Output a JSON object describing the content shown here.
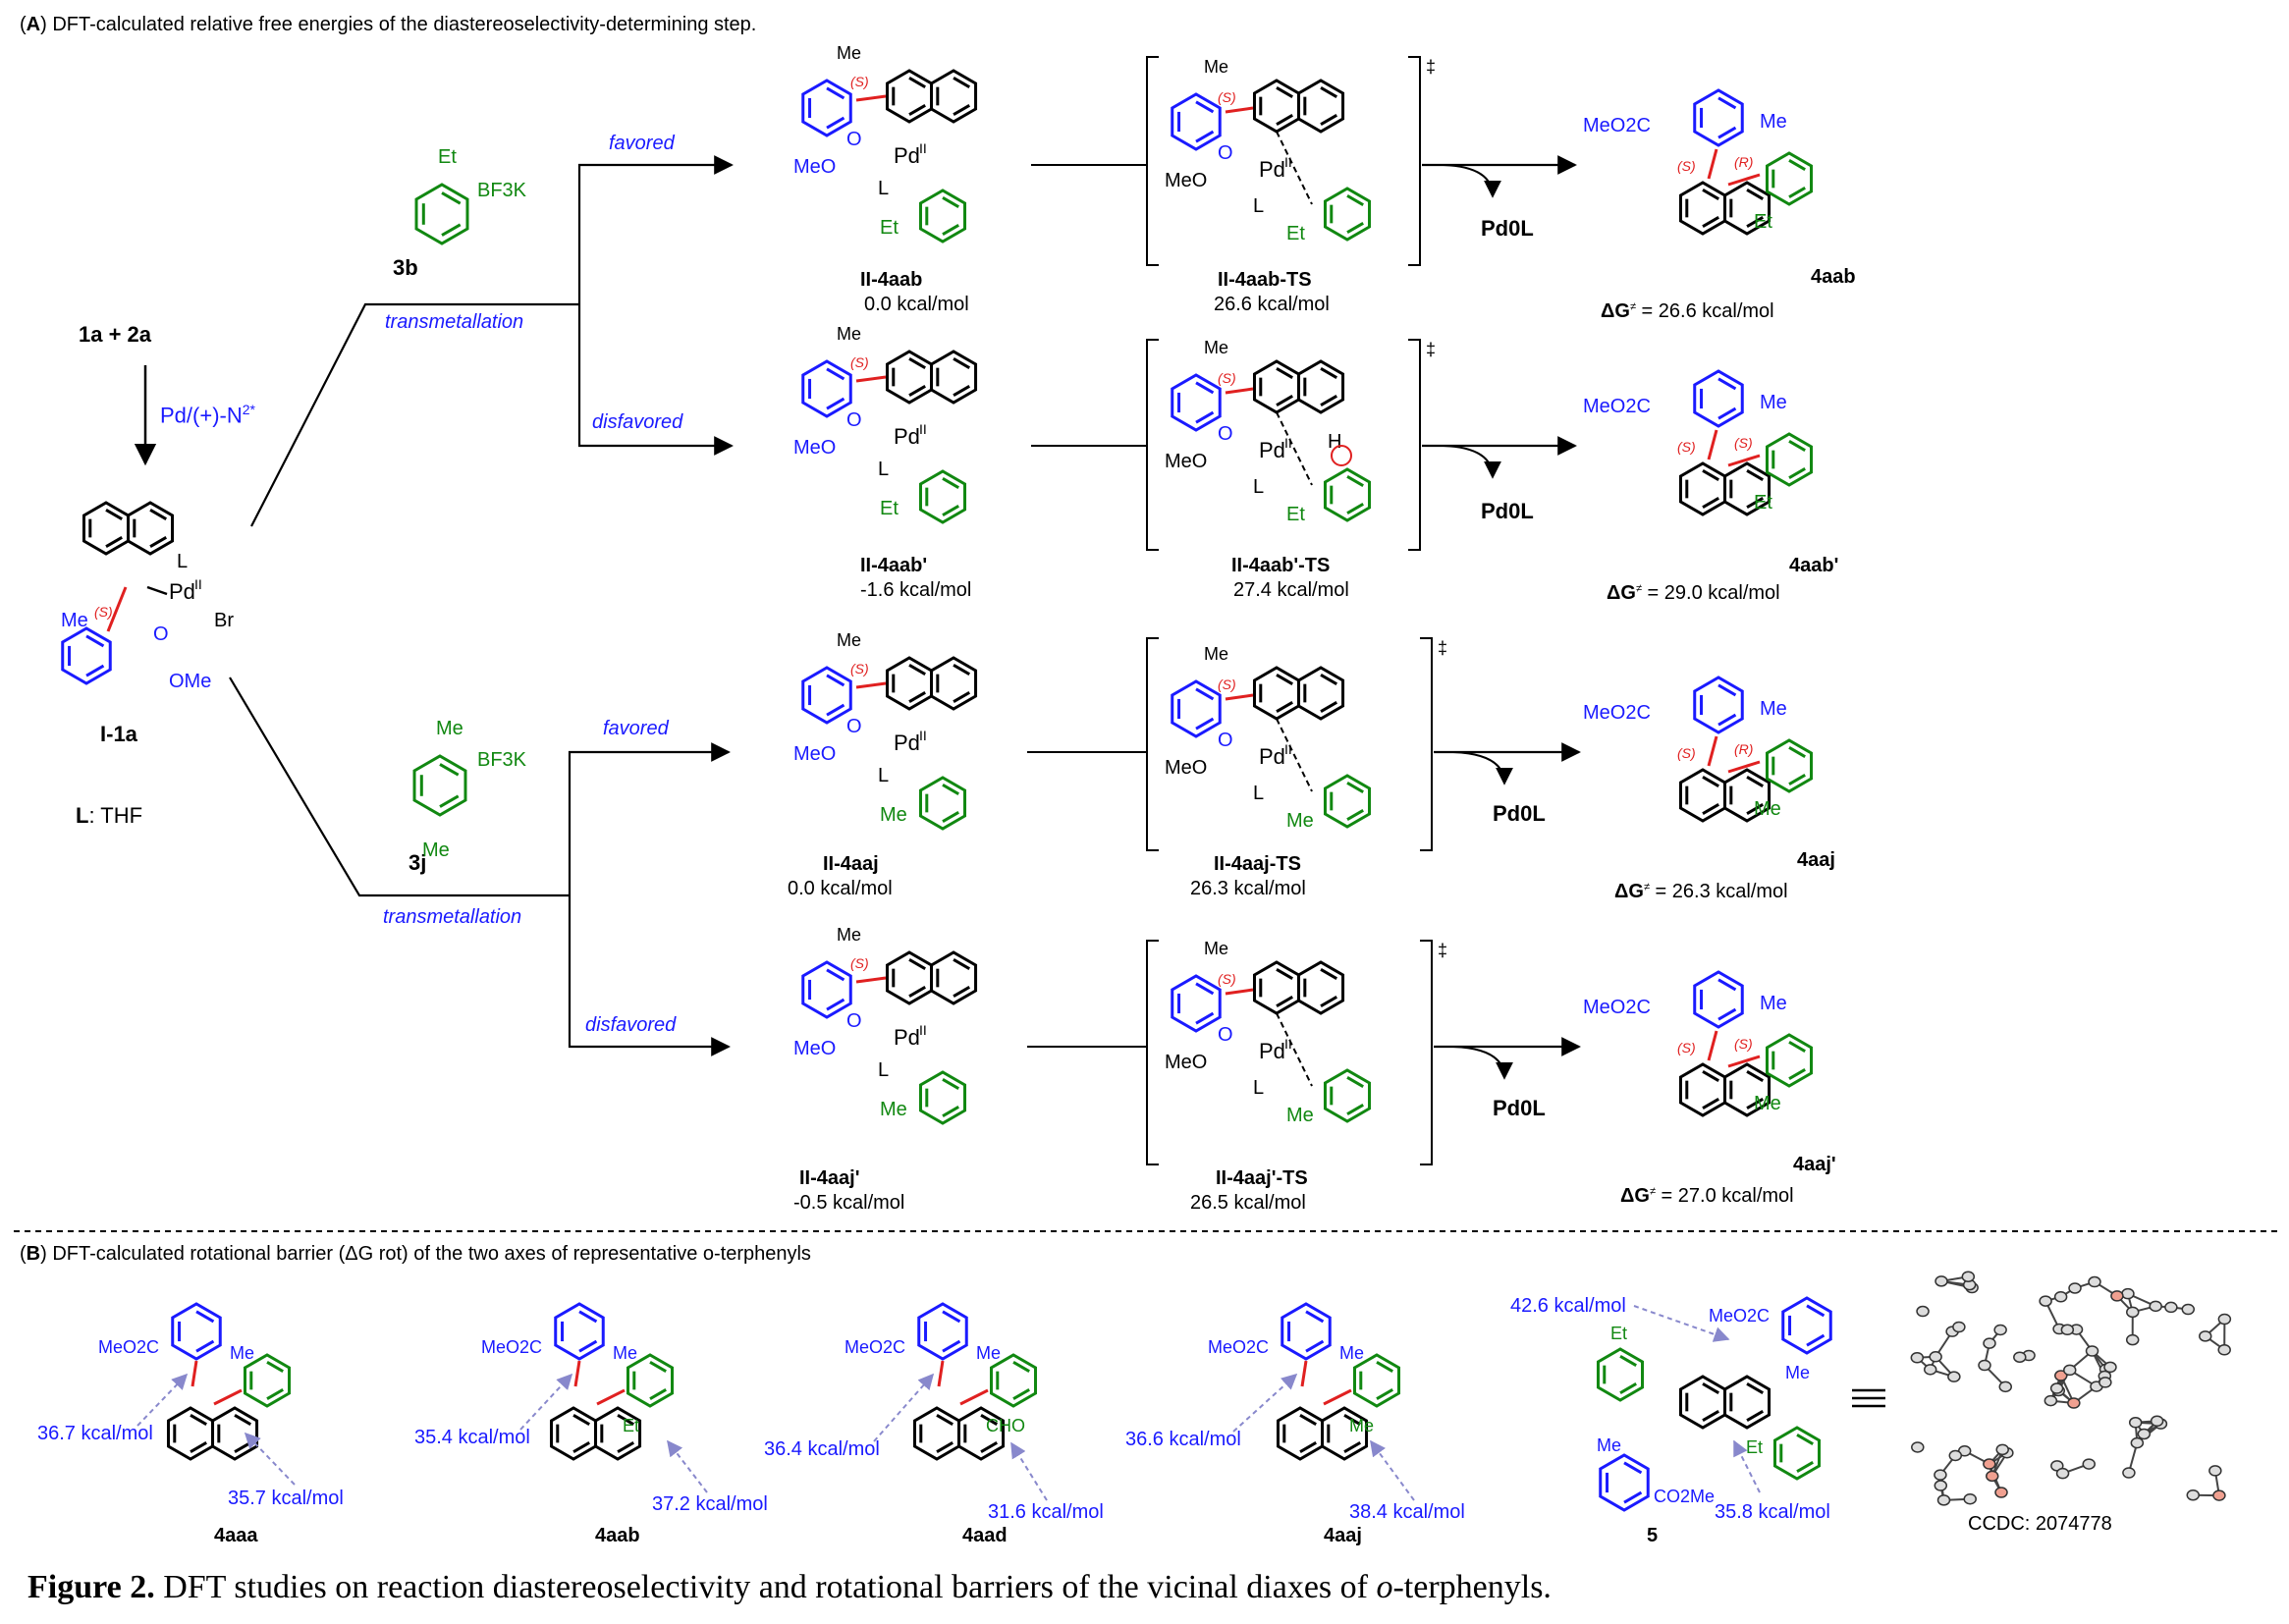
{
  "panelA": {
    "title_letter": "A",
    "title_text": "DFT-calculated relative free energies of the diastereoselectivity-determining  step.",
    "start": {
      "reactants": "1a  +  2a",
      "catalyst": "Pd/(+)-N",
      "catalyst_sup": "2*",
      "intermediate": "I-1a",
      "ligand_label": "L",
      "ligand_value": ": THF"
    },
    "reagents": [
      {
        "id": "3b",
        "substituent": "Et",
        "group": "BF3K"
      },
      {
        "id": "3j",
        "substituent": "Me",
        "group": "BF3K"
      }
    ],
    "step_label": "transmetallation",
    "pathways": [
      {
        "selectivity": "favored",
        "int_id": "II-4aab",
        "int_energy": "0.0 kcal/mol",
        "ts_id": "II-4aab-TS",
        "ts_energy": "26.6 kcal/mol",
        "product_id": "4aab",
        "dg_label": "ΔG",
        "dg_value": " = 26.6 kcal/mol",
        "config": "(R)"
      },
      {
        "selectivity": "disfavored",
        "int_id": "II-4aab'",
        "int_energy": "-1.6 kcal/mol",
        "ts_id": "II-4aab'-TS",
        "ts_energy": "27.4 kcal/mol",
        "product_id": "4aab'",
        "dg_label": "ΔG",
        "dg_value": " = 29.0 kcal/mol",
        "config": "(S)"
      },
      {
        "selectivity": "favored",
        "int_id": "II-4aaj",
        "int_energy": "0.0 kcal/mol",
        "ts_id": "II-4aaj-TS",
        "ts_energy": "26.3 kcal/mol",
        "product_id": "4aaj",
        "dg_label": "ΔG",
        "dg_value": " = 26.3 kcal/mol",
        "config": "(R)"
      },
      {
        "selectivity": "disfavored",
        "int_id": "II-4aaj'",
        "int_energy": "-0.5 kcal/mol",
        "ts_id": "II-4aaj'-TS",
        "ts_energy": "26.5 kcal/mol",
        "product_id": "4aaj'",
        "dg_label": "ΔG",
        "dg_value": " = 27.0 kcal/mol",
        "config": "(S)"
      }
    ],
    "byproduct": "Pd0L",
    "atom_labels": {
      "me": "Me",
      "et": "Et",
      "l": "L",
      "br": "Br",
      "o": "O",
      "meo": "MeO",
      "ome": "OMe",
      "pd": "Pd",
      "pd_ox": "II",
      "s_config": "(S)",
      "ts_mark": "‡",
      "ester": "MeO2C",
      "h": "H"
    }
  },
  "panelB": {
    "title_letter": "B",
    "title_text": "DFT-calculated rotational barrier (ΔG rot) of the two axes of representative o-terphenyls",
    "compounds": [
      {
        "id": "4aaa",
        "left_barrier": "36.7 kcal/mol",
        "right_barrier": "35.7 kcal/mol",
        "aryl": "naphthyl"
      },
      {
        "id": "4aab",
        "left_barrier": "35.4 kcal/mol",
        "right_barrier": "37.2 kcal/mol",
        "aryl_sub": "Et"
      },
      {
        "id": "4aad",
        "left_barrier": "36.4 kcal/mol",
        "right_barrier": "31.6 kcal/mol",
        "aryl_sub": "CHO"
      },
      {
        "id": "4aaj",
        "left_barrier": "36.6 kcal/mol",
        "right_barrier": "38.4 kcal/mol",
        "aryl_sub": "Me"
      },
      {
        "id": "5",
        "left_barrier": "42.6 kcal/mol",
        "right_barrier": "35.8 kcal/mol",
        "ester_bottom": "CO2Me"
      }
    ],
    "xray_label": "CCDC: 2074778"
  },
  "caption": {
    "figure_label": "Figure 2.",
    "text": " DFT studies on reaction diastereoselectivity and rotational barriers of the vicinal diaxes of ",
    "italic": "o",
    "end": "-terphenyls."
  },
  "colors": {
    "blue": "#1a1aff",
    "green": "#118811",
    "red": "#e02020",
    "bond": "#000000",
    "arrow": "#8888cc"
  }
}
